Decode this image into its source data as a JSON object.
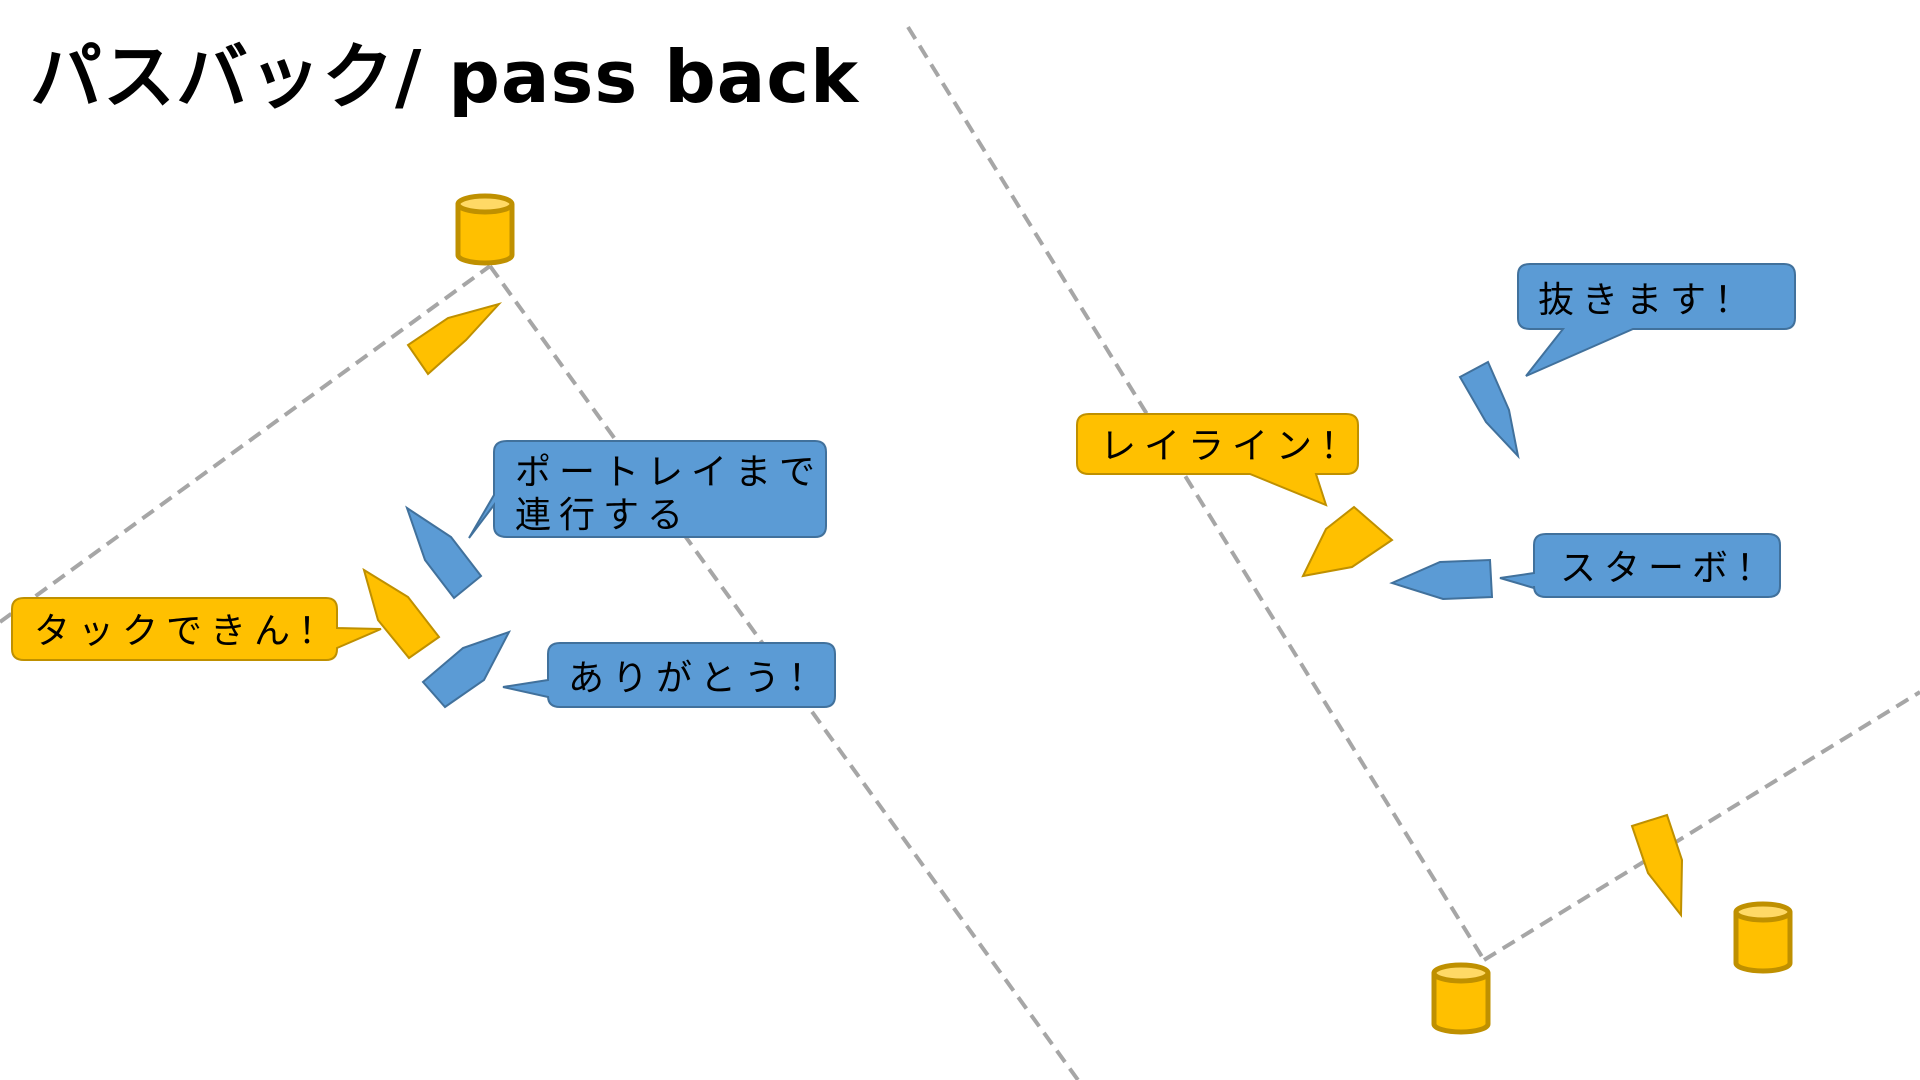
{
  "title": "パスバック/ pass back",
  "colors": {
    "yellow_fill": "#FFC000",
    "yellow_stroke": "#BF9000",
    "yellow_top": "#FFD966",
    "blue_fill": "#5B9BD5",
    "blue_stroke": "#41719C",
    "dash_line": "#A6A6A6",
    "text": "#000000"
  },
  "bubbles": [
    {
      "id": "portray",
      "team": "blue",
      "lines": [
        "ポートレイまで",
        "連行する"
      ]
    },
    {
      "id": "tack",
      "team": "yellow",
      "lines": [
        "タックできん！"
      ]
    },
    {
      "id": "thanks",
      "team": "blue",
      "lines": [
        "ありがとう！"
      ]
    },
    {
      "id": "layline",
      "team": "yellow",
      "lines": [
        "レイライン！"
      ]
    },
    {
      "id": "passing",
      "team": "blue",
      "lines": [
        "抜きます！"
      ]
    },
    {
      "id": "starboard",
      "team": "blue",
      "lines": [
        "スターボ！"
      ]
    }
  ],
  "marks": [
    {
      "id": "top-mark",
      "color": "yellow"
    },
    {
      "id": "bottom-left-mark",
      "color": "yellow"
    },
    {
      "id": "bottom-right-mark",
      "color": "yellow"
    }
  ],
  "boats": [
    {
      "id": "yellow-boat-top",
      "team": "yellow"
    },
    {
      "id": "blue-boat-left-upper",
      "team": "blue"
    },
    {
      "id": "yellow-boat-left",
      "team": "yellow"
    },
    {
      "id": "blue-boat-left-lower",
      "team": "blue"
    },
    {
      "id": "yellow-boat-right",
      "team": "yellow"
    },
    {
      "id": "blue-boat-right-upper",
      "team": "blue"
    },
    {
      "id": "blue-boat-right-starboard",
      "team": "blue"
    },
    {
      "id": "yellow-boat-bottom-right",
      "team": "yellow"
    }
  ]
}
